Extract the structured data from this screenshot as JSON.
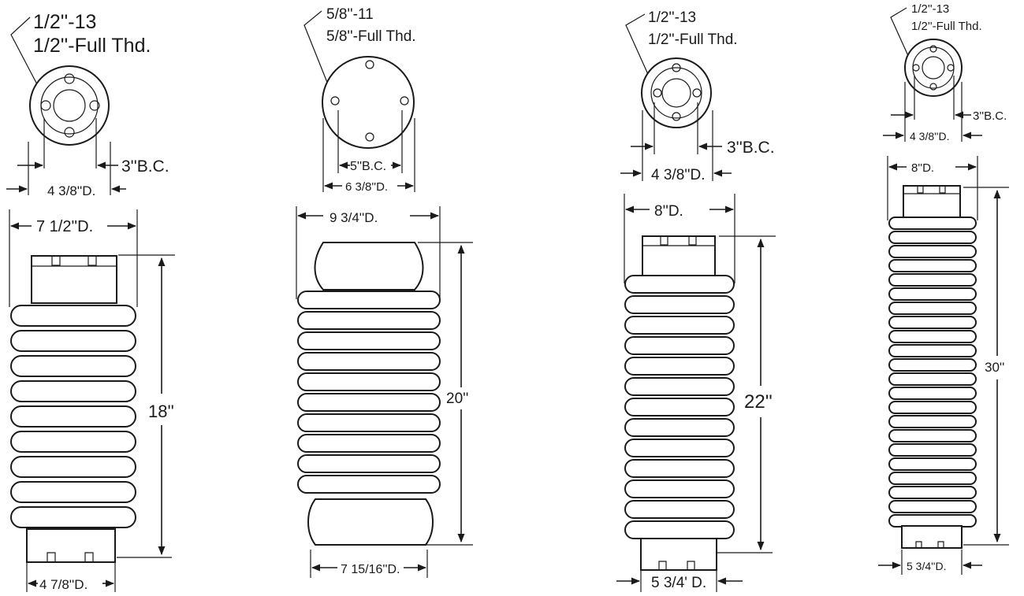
{
  "insulators": [
    {
      "id": "a",
      "thread_line1": "1/2''-13",
      "thread_line2": "1/2''-Full Thd.",
      "bolt_circle": "3''B.C.",
      "cap_diameter": "4 3/8''D.",
      "top_diameter": "7 1/2''D.",
      "height": "18''",
      "bottom_diameter": "4 7/8''D."
    },
    {
      "id": "b",
      "thread_line1": "5/8''-11",
      "thread_line2": "5/8''-Full Thd.",
      "bolt_circle": "5''B.C.",
      "cap_diameter": "6 3/8''D.",
      "top_diameter": "9 3/4''D.",
      "height": "20''",
      "bottom_diameter": "7 15/16''D."
    },
    {
      "id": "c",
      "thread_line1": "1/2''-13",
      "thread_line2": "1/2''-Full Thd.",
      "bolt_circle": "3''B.C.",
      "cap_diameter": "4 3/8''D.",
      "top_diameter": "8''D.",
      "height": "22''",
      "bottom_diameter": "5 3/4' D."
    },
    {
      "id": "d",
      "thread_line1": "1/2''-13",
      "thread_line2": "1/2''-Full Thd.",
      "bolt_circle": "3''B.C.",
      "cap_diameter": "4 3/8''D.",
      "top_diameter": "8''D.",
      "height": "30''",
      "bottom_diameter": "5 3/4''D."
    }
  ]
}
